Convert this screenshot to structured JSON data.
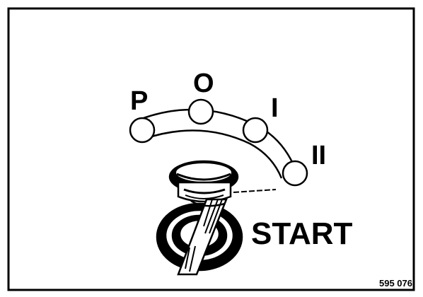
{
  "diagram": {
    "positions": [
      {
        "label": "P"
      },
      {
        "label": "O"
      },
      {
        "label": "I"
      },
      {
        "label": "II"
      }
    ],
    "start_label": "START",
    "figure_number": "595 076"
  },
  "colors": {
    "ink": "#000000",
    "paper": "#ffffff"
  },
  "icons": [
    "ignition-key-icon",
    "ignition-lock-cylinder-icon"
  ]
}
